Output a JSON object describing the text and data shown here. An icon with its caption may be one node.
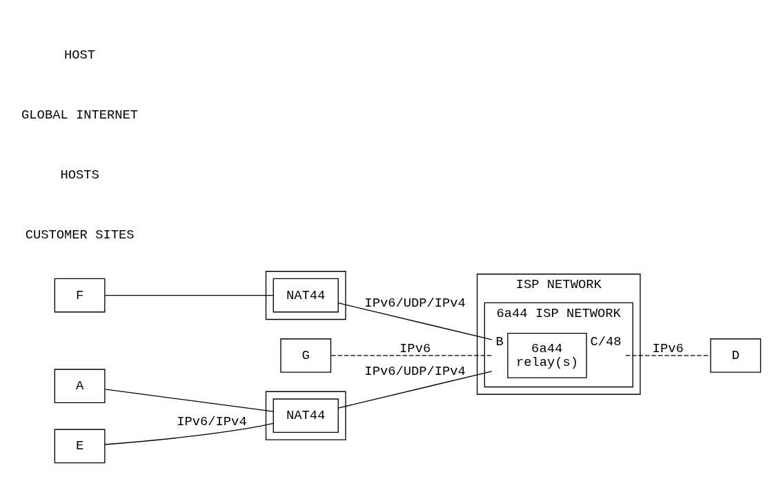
{
  "diagram": {
    "nodes": [
      {
        "text": [],
        "shape": "box"
      },
      {
        "text": [
          "NAT44"
        ],
        "in": 0
      },
      {
        "text": [],
        "shape": "box"
      },
      {
        "text": [
          "NAT44"
        ],
        "in": 2
      },
      {
        "text": [
          "ISP NETWORK"
        ]
      },
      {
        "text": [
          "6a44 ISP NETWORK"
        ],
        "in": 4
      },
      {
        "text": [
          "6a44",
          "relay(s)"
        ],
        "in": 5,
        "beside": [
          "B",
          "C/48"
        ]
      },
      {
        "text": [
          "A"
        ]
      },
      {
        "text": [
          "E"
        ]
      },
      {
        "text": [
          "F"
        ]
      },
      {
        "text": [
          "G"
        ]
      },
      {
        "text": [
          "D"
        ]
      }
    ],
    "edges": [
      {
        "from": 7,
        "to": 1,
        "arrow": "none"
      },
      {
        "from": 8,
        "to": 1,
        "arrow": "none",
        "label": "IPv6/IPv4"
      },
      {
        "from": 1,
        "to": 6,
        "arrow": "none",
        "label": "IPv6/UDP/IPv4"
      },
      {
        "from": 9,
        "to": 3,
        "arrow": "none"
      },
      {
        "from": 3,
        "to": 6,
        "arrow": "none",
        "label": "IPv6/UDP/IPv4"
      },
      {
        "from": 6,
        "to": 11,
        "arrow": "none",
        "label": "IPv6",
        "style": "dashed"
      },
      {
        "from": 10,
        "to": 6,
        "arrow": "none",
        "label": "IPv6",
        "style": "dashed"
      }
    ],
    "labels": [
      "CUSTOMER SITES",
      "HOSTS",
      "GLOBAL INTERNET",
      "HOST"
    ]
  }
}
